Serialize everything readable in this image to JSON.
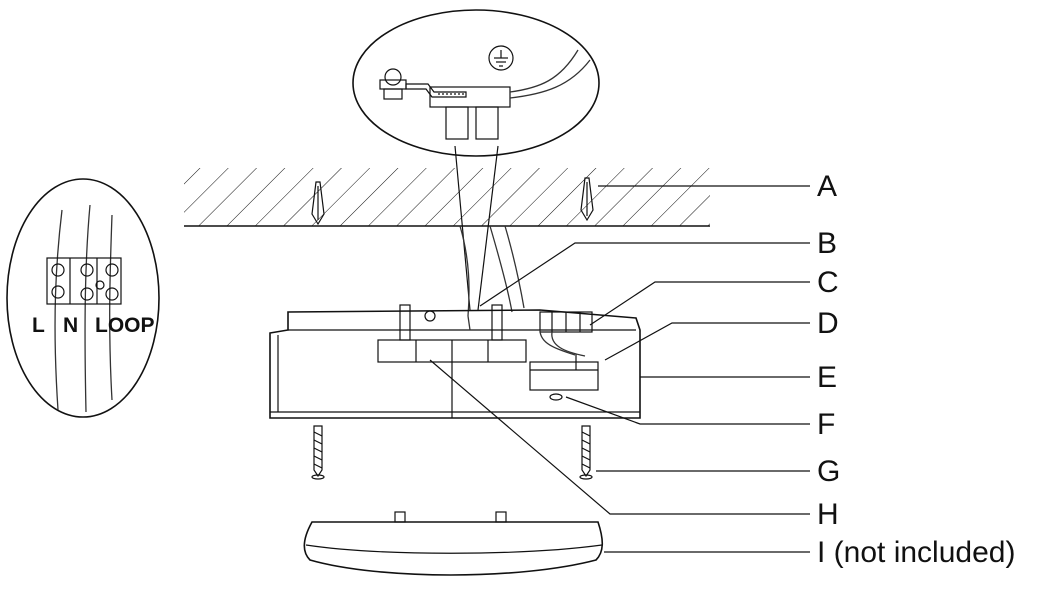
{
  "callouts": [
    {
      "id": "A",
      "text": "A"
    },
    {
      "id": "B",
      "text": "B"
    },
    {
      "id": "C",
      "text": "C"
    },
    {
      "id": "D",
      "text": "D"
    },
    {
      "id": "E",
      "text": "E"
    },
    {
      "id": "F",
      "text": "F"
    },
    {
      "id": "G",
      "text": "G"
    },
    {
      "id": "H",
      "text": "H"
    },
    {
      "id": "I",
      "text": "I (not included)"
    }
  ],
  "terminal_block": {
    "labels": [
      "L",
      "N",
      "LOOP"
    ]
  }
}
